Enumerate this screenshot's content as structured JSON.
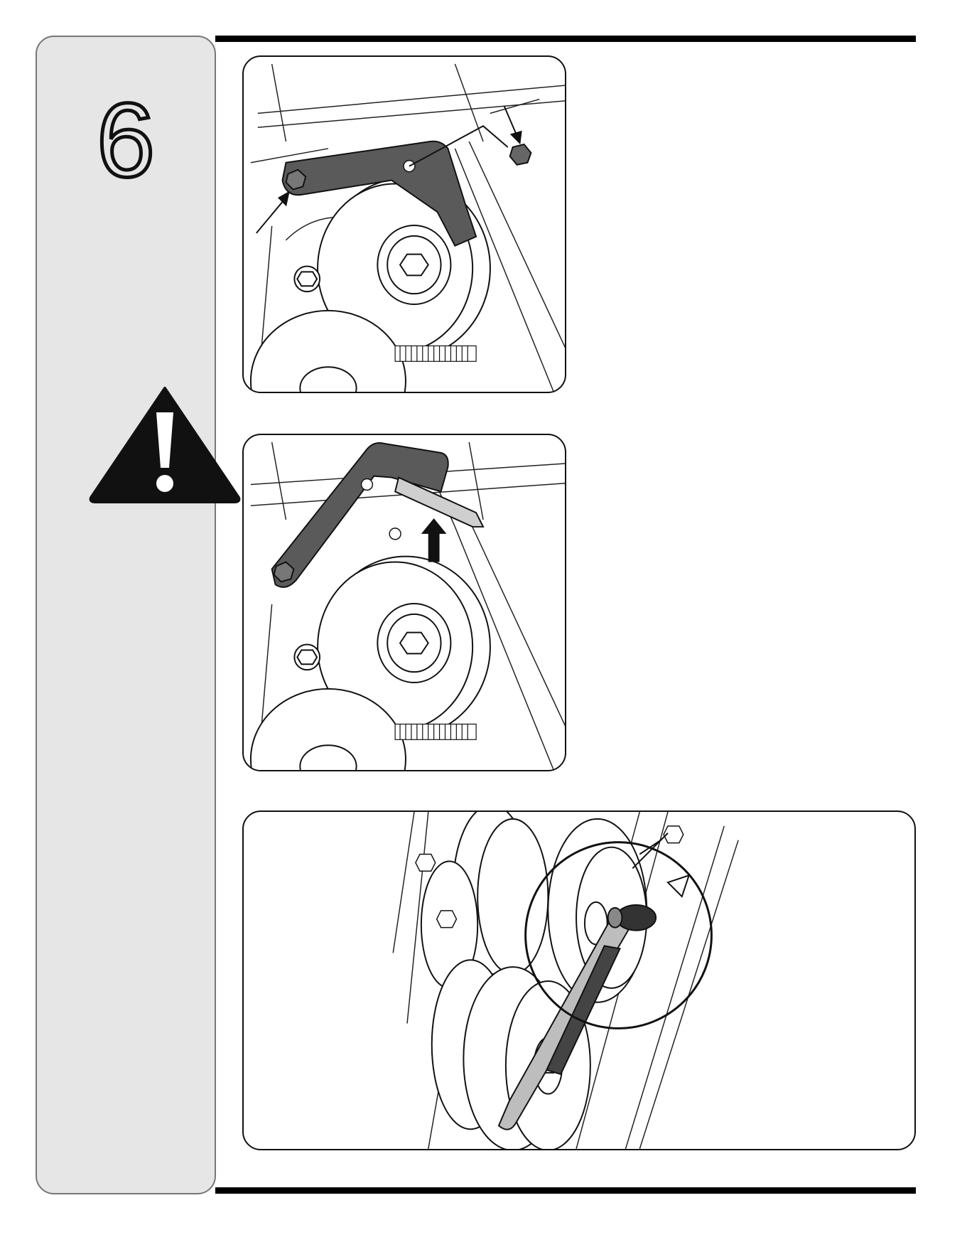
{
  "step": {
    "number": "6"
  },
  "icons": {
    "warning": "warning-triangle-icon",
    "figure_top": "idler-bracket-bolts-illustration",
    "figure_middle": "bracket-lifted-illustration",
    "figure_bottom": "belt-tensioner-rod-illustration"
  },
  "colors": {
    "sidebar": "#e6e6e6",
    "ink": "#111111",
    "bracket": "#555555"
  }
}
